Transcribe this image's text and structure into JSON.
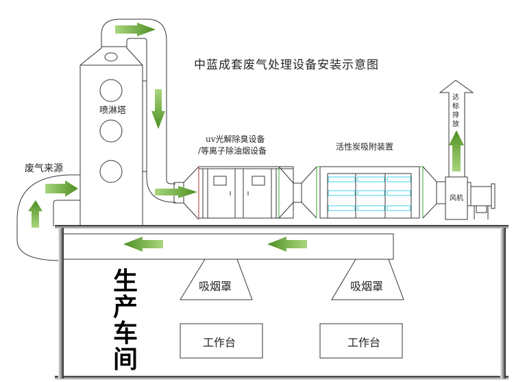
{
  "title": "中蓝成套废气处理设备安装示意图",
  "labels": {
    "spray_tower": "喷淋塔",
    "exhaust_source": "废气来源",
    "uv_line1": "uv光解除臭设备",
    "uv_line2": "/等离子除油烟设备",
    "activated_carbon": "活性炭吸附装置",
    "fan": "风机",
    "emission": "达标排放",
    "workshop": "生产车间",
    "hood_1": "吸烟罩",
    "hood_2": "吸烟罩",
    "bench_1": "工作台",
    "bench_2": "工作台"
  },
  "colors": {
    "arrow": "#5e9e2c",
    "arrow_light": "#8cc45a",
    "filter": "#3fd0e6",
    "line": "#333333",
    "frame": "#555555"
  },
  "flow_arrows": [
    {
      "direction": "right",
      "location": "top-bend-duct"
    },
    {
      "direction": "down",
      "location": "descending-duct"
    },
    {
      "direction": "right",
      "location": "into-uv-unit"
    },
    {
      "direction": "right",
      "location": "exhaust-inlet"
    },
    {
      "direction": "up",
      "location": "inlet-riser"
    },
    {
      "direction": "up",
      "location": "chimney"
    },
    {
      "direction": "left",
      "location": "workshop-duct-right"
    },
    {
      "direction": "left",
      "location": "workshop-duct-left"
    }
  ]
}
